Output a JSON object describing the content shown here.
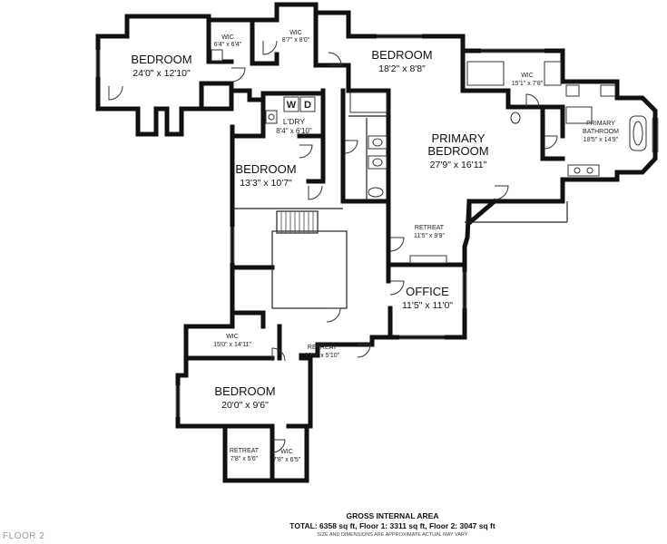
{
  "rooms": {
    "bedroom_nw": {
      "name": "BEDROOM",
      "dims": "24'0\" x 12'10\""
    },
    "wic_nw": {
      "name": "WIC",
      "dims": "6'4\" x 6'4\""
    },
    "wic_top": {
      "name": "WIC",
      "dims": "8'7\" x 8'0\""
    },
    "bedroom_ne": {
      "name": "BEDROOM",
      "dims": "18'2\" x 8'8\""
    },
    "wic_primary": {
      "name": "WIC",
      "dims": "15'1\" x 7'8\""
    },
    "laundry": {
      "name": "L'DRY",
      "dims": "8'4\" x 6'10\"",
      "washer": "W",
      "dryer": "D"
    },
    "bedroom_mid": {
      "name": "BEDROOM",
      "dims": "13'3\" x 10'7\""
    },
    "primary_bedroom": {
      "name_line1": "PRIMARY",
      "name_line2": "BEDROOM",
      "dims": "27'9\" x 16'11\""
    },
    "primary_bathroom": {
      "name_line1": "PRIMARY",
      "name_line2": "BATHROOM",
      "dims": "18'5\" x 14'9\""
    },
    "retreat_upper": {
      "name": "RETREAT",
      "dims": "11'5\" x 9'9\""
    },
    "office": {
      "name": "OFFICE",
      "dims": "11'5\" x 11'0\""
    },
    "wic_lower": {
      "name": "WIC",
      "dims": "15'0\" x 14'11\""
    },
    "retreat_lower": {
      "name": "RETREAT",
      "dims": "13'4\" x 5'10\""
    },
    "bedroom_sw": {
      "name": "BEDROOM",
      "dims": "20'0\" x 9'6\""
    },
    "retreat_small": {
      "name": "RETREAT",
      "dims": "7'8\" x 5'6\""
    },
    "wic_small": {
      "name": "WIC",
      "dims": "7'8\" x 6'5\""
    }
  },
  "gross_area": {
    "title": "GROSS INTERNAL AREA",
    "total": "TOTAL: 6358 sq ft, Floor 1: 3311 sq ft, Floor 2: 3047 sq ft",
    "note": "SIZE AND DIMENSIONS ARE APPROXIMATE ACTUAL MAY VARY"
  },
  "floor_label": "FLOOR 2"
}
